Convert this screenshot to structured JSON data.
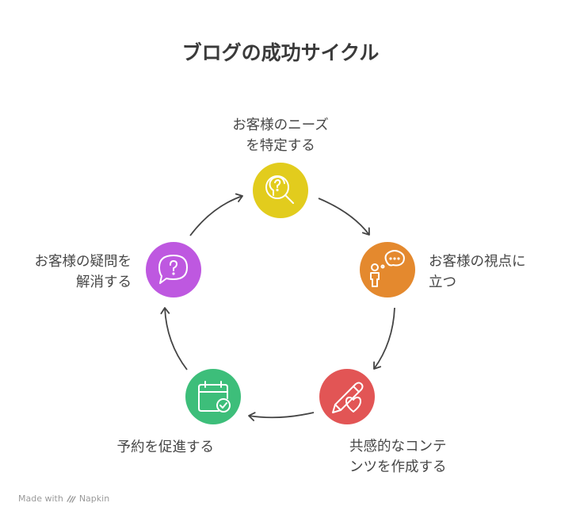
{
  "title": "ブログの成功サイクル",
  "steps": [
    {
      "line1": "お客様のニーズ",
      "line2": "を特定する",
      "color": "#E2CC1D",
      "icon": "head-question-search-icon"
    },
    {
      "line1": "お客様の視点に",
      "line2": "立つ",
      "color": "#E4892E",
      "icon": "person-thinking-icon"
    },
    {
      "line1": "共感的なコンテ",
      "line2": "ンツを作成する",
      "color": "#E25555",
      "icon": "pen-heart-icon"
    },
    {
      "line1": "予約を促進する",
      "line2": "",
      "color": "#3DBE7A",
      "icon": "calendar-check-icon"
    },
    {
      "line1": "お客様の疑問を",
      "line2": "解消する",
      "color": "#BE58E0",
      "icon": "speech-question-icon"
    }
  ],
  "watermark": {
    "prefix": "Made with",
    "brand": "Napkin"
  }
}
